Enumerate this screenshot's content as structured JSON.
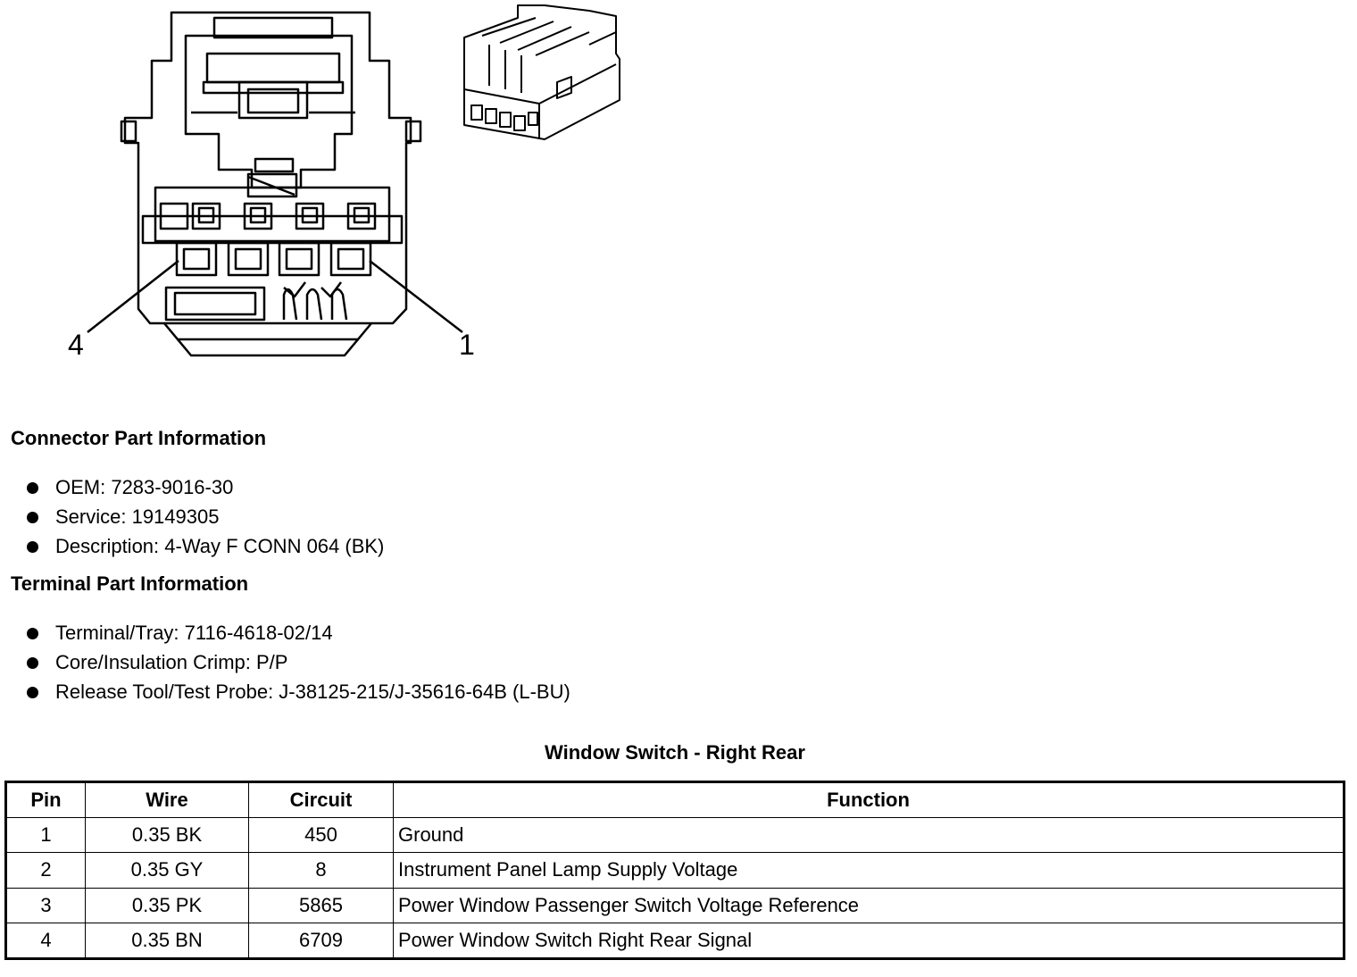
{
  "diagram": {
    "pin_label_left": "4",
    "pin_label_right": "1"
  },
  "connector_info": {
    "title": "Connector Part Information",
    "items": [
      "OEM: 7283-9016-30",
      "Service: 19149305",
      "Description: 4-Way F CONN 064 (BK)"
    ]
  },
  "terminal_info": {
    "title": "Terminal Part Information",
    "items": [
      "Terminal/Tray: 7116-4618-02/14",
      "Core/Insulation Crimp: P/P",
      "Release Tool/Test Probe: J-38125-215/J-35616-64B (L-BU)"
    ]
  },
  "table": {
    "title": "Window Switch - Right Rear",
    "headers": [
      "Pin",
      "Wire",
      "Circuit",
      "Function"
    ],
    "rows": [
      [
        "1",
        "0.35 BK",
        "450",
        "Ground"
      ],
      [
        "2",
        "0.35 GY",
        "8",
        "Instrument Panel Lamp Supply Voltage"
      ],
      [
        "3",
        "0.35 PK",
        "5865",
        "Power Window Passenger Switch Voltage Reference"
      ],
      [
        "4",
        "0.35 BN",
        "6709",
        "Power Window Switch Right Rear Signal"
      ]
    ]
  }
}
